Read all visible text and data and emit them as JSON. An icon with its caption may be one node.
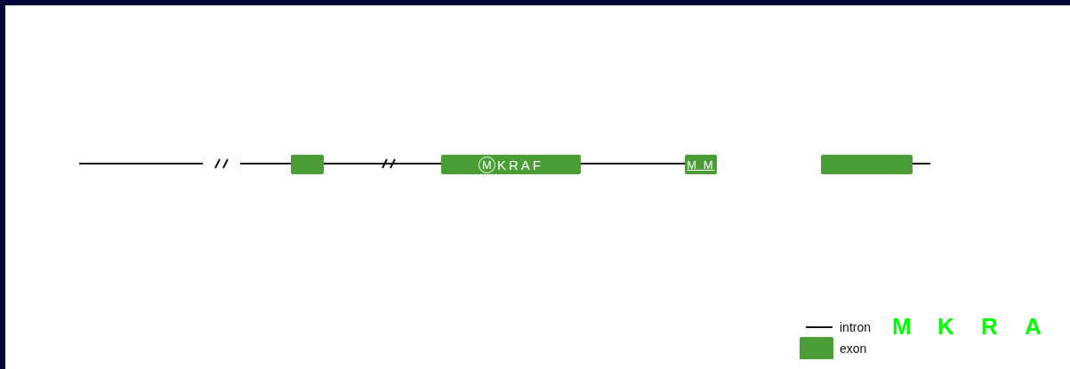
{
  "diagram": {
    "nodes": [
      {
        "text": [],
        "shape": "box"
      },
      {
        "text": [
          "M",
          "KRAF"
        ]
      },
      {
        "text": [
          "M M"
        ]
      },
      {
        "text": [],
        "shape": "box"
      }
    ],
    "edges": [
      {
        "from": null,
        "to": 0,
        "arrow": "none"
      },
      {
        "from": 0,
        "to": 1,
        "arrow": "none"
      },
      {
        "from": 1,
        "to": 2,
        "arrow": "none"
      },
      {
        "from": 3,
        "to": null,
        "arrow": "none"
      }
    ],
    "labels": [
      "M",
      "K",
      "R",
      "A"
    ],
    "legend": [
      {
        "text": "intron"
      },
      {
        "text": "exon",
        "color": "#4a9e35"
      }
    ]
  }
}
